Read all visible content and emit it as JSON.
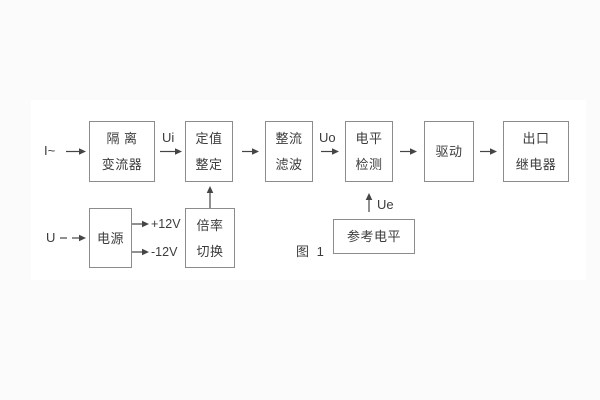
{
  "figure": {
    "caption": "图 1",
    "colors": {
      "page_bg": "#fbfbfb",
      "panel_bg": "#ffffff",
      "box_border": "#8c8c8c",
      "line": "#454545",
      "text": "#3c3c3c"
    }
  },
  "blocks": {
    "isolation": {
      "line1": "隔 离",
      "line2": "变流器"
    },
    "setting": {
      "line1": "定值",
      "line2": "整定"
    },
    "rectify": {
      "line1": "整流",
      "line2": "滤波"
    },
    "level": {
      "line1": "电平",
      "line2": "检测"
    },
    "drive": {
      "line1": "驱动"
    },
    "relay": {
      "line1": "出口",
      "line2": "继电器"
    },
    "power": {
      "line1": "电源"
    },
    "ratio": {
      "line1": "倍率",
      "line2": "切换"
    },
    "reference": {
      "line1": "参考电平"
    }
  },
  "labels": {
    "input_current": "I~",
    "input_voltage": "U",
    "ui": "Ui",
    "uo": "Uo",
    "ue": "Ue",
    "plus12v": "+12V",
    "minus12v": "-12V"
  }
}
